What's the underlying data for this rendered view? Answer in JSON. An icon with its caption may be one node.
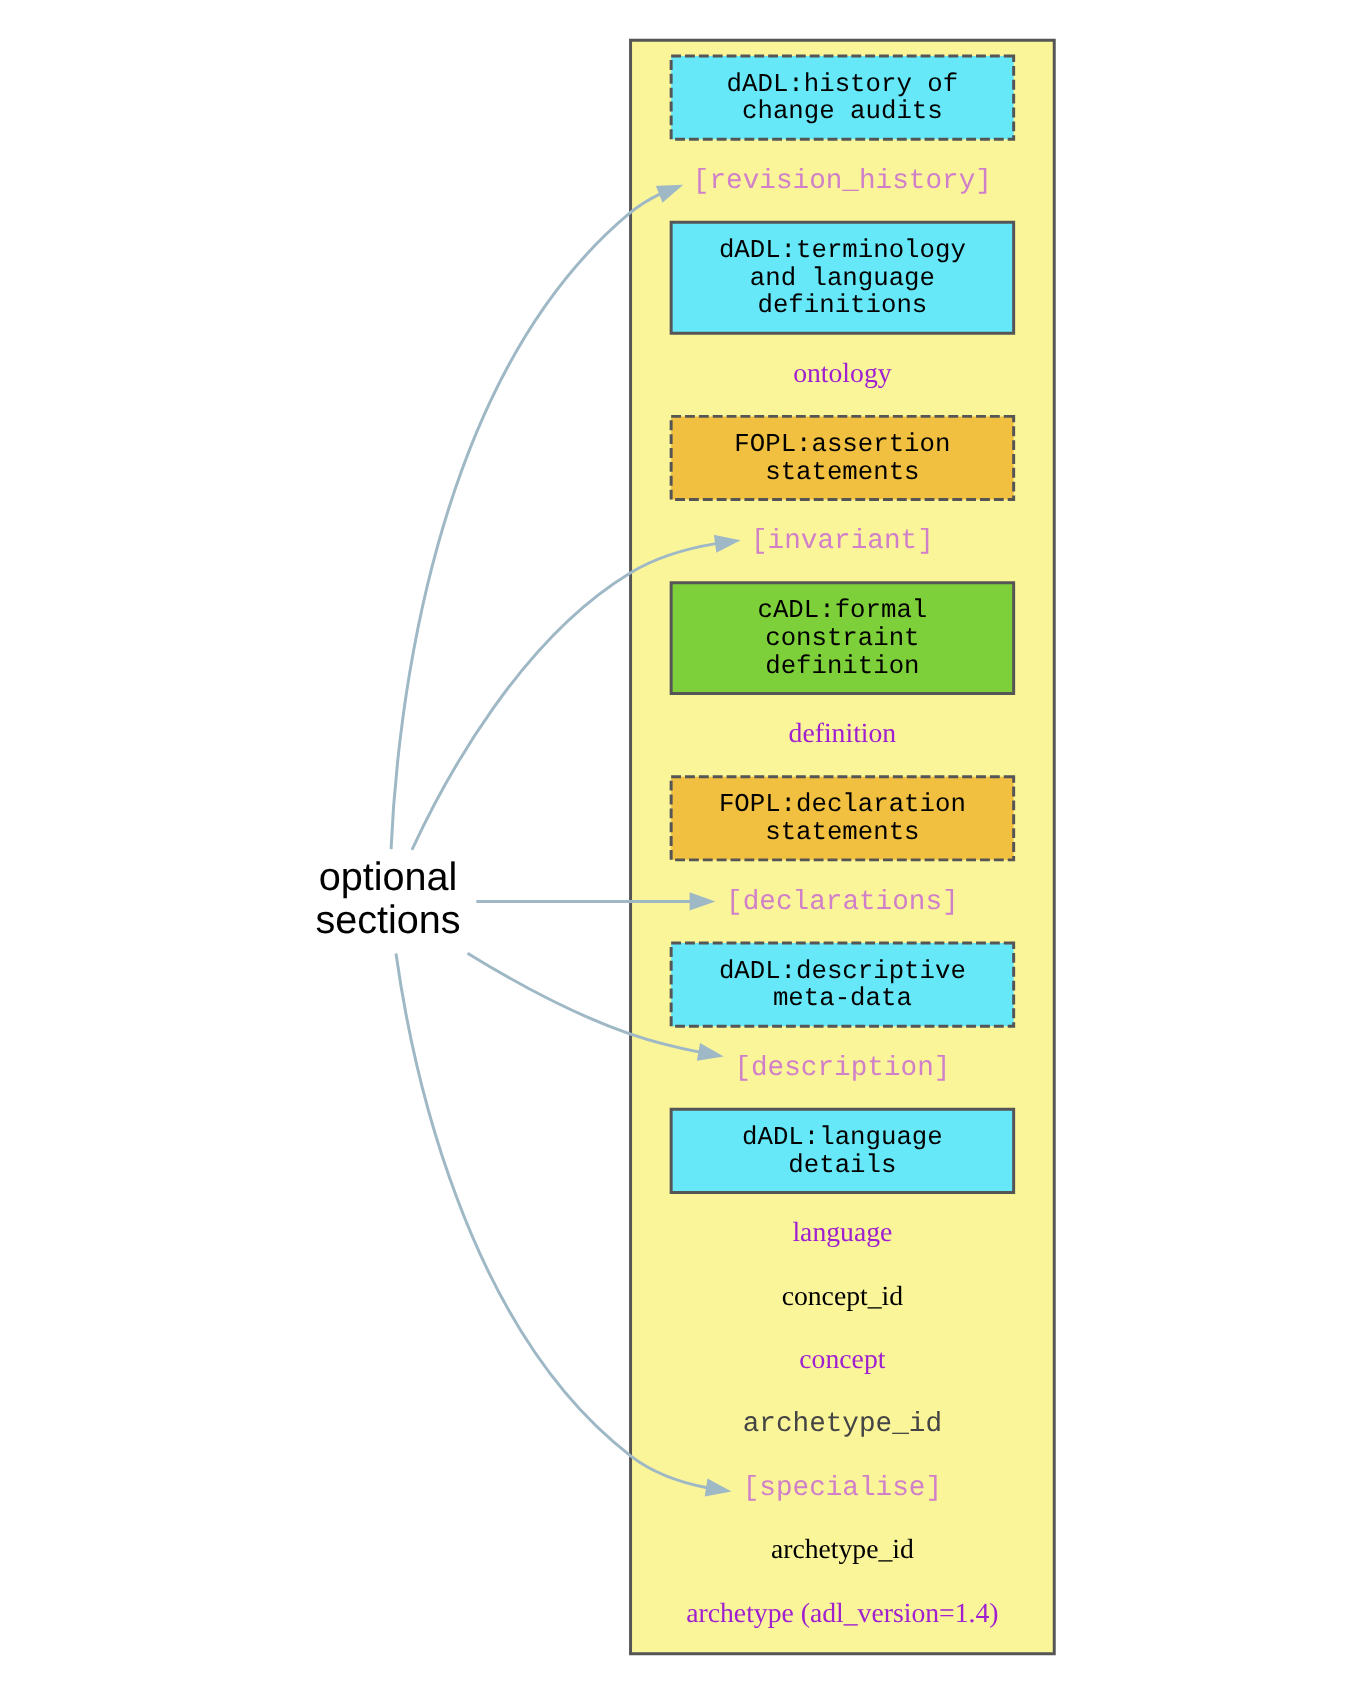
{
  "diagram": {
    "nodes": [
      {
        "text": [
          "optional sections"
        ]
      },
      {
        "text": [],
        "shape": "box"
      },
      {
        "text": [
          "archetype (adl_version=1.4)"
        ],
        "in": 1
      },
      {
        "text": [
          "archetype_id"
        ],
        "in": 1
      },
      {
        "text": [
          "[specialise]"
        ],
        "in": 1
      },
      {
        "text": [
          "archetype_id"
        ],
        "in": 1
      },
      {
        "text": [
          "concept"
        ],
        "in": 1
      },
      {
        "text": [
          "concept_id"
        ],
        "in": 1
      },
      {
        "text": [
          "language"
        ],
        "in": 1
      },
      {
        "text": [
          "dADL:language details"
        ],
        "in": 1
      },
      {
        "text": [
          "[description]"
        ],
        "in": 1
      },
      {
        "text": [
          "dADL:descriptive meta-data"
        ],
        "in": 1
      },
      {
        "text": [
          "[declarations]"
        ],
        "in": 1
      },
      {
        "text": [
          "FOPL:declaration statements"
        ],
        "in": 1
      },
      {
        "text": [
          "definition"
        ],
        "in": 1
      },
      {
        "text": [
          "cADL:formal constraint definition"
        ],
        "in": 1
      },
      {
        "text": [
          "[invariant]"
        ],
        "in": 1
      },
      {
        "text": [
          "FOPL:assertion statements"
        ],
        "in": 1
      },
      {
        "text": [
          "ontology"
        ],
        "in": 1
      },
      {
        "text": [
          "dADL:terminology and language definitions"
        ],
        "in": 1
      },
      {
        "text": [
          "[revision_history]"
        ],
        "in": 1
      },
      {
        "text": [
          "dADL:history of change audits"
        ],
        "in": 1
      }
    ],
    "edges": [
      {
        "from": 0,
        "to": 4,
        "arrow": "to"
      },
      {
        "from": 0,
        "to": 10,
        "arrow": "to"
      },
      {
        "from": 0,
        "to": 12,
        "arrow": "to"
      },
      {
        "from": 0,
        "to": 16,
        "arrow": "to"
      },
      {
        "from": 0,
        "to": 20,
        "arrow": "to"
      }
    ]
  }
}
